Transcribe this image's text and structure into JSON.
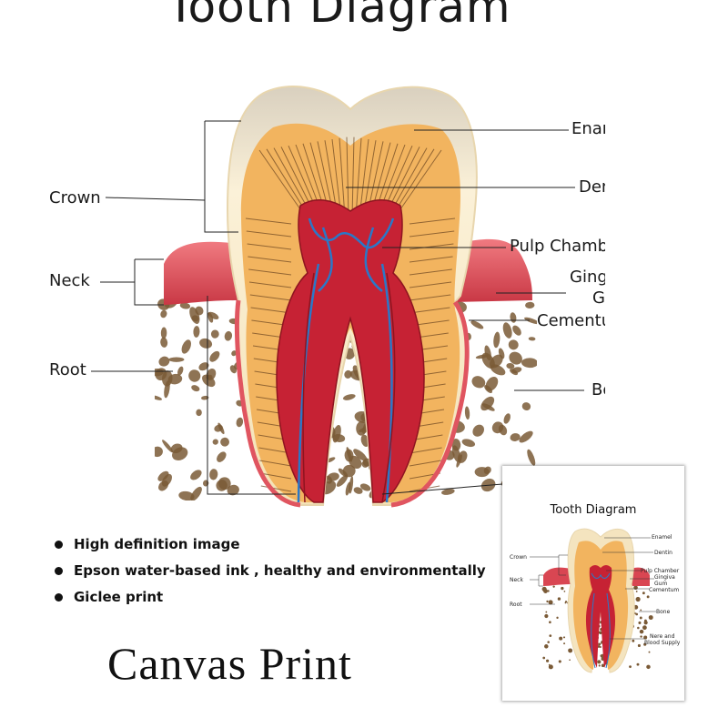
{
  "title": "Tooth Diagram",
  "labels": {
    "crown": "Crown",
    "neck": "Neck",
    "root": "Root",
    "enamel": "Enamel",
    "dentin": "Dentin",
    "pulp_chamber": "Pulp Chamber",
    "gingiva": "Gingiva",
    "gum": "Gum",
    "cementum": "Cementum",
    "bone": "Bone"
  },
  "thumbnail": {
    "title": "Tooth Diagram",
    "labels": {
      "crown": "Crown",
      "neck": "Neck",
      "root": "Root",
      "enamel": "Enamel",
      "dentin": "Dentin",
      "pulp_chamber": "Pulp Chamber",
      "gingiva": "Gingiva",
      "gum": "Gum",
      "cementum": "Cementum",
      "bone": "Bone",
      "nerve_line1": "Nere and",
      "nerve_line2": "Blood Supply"
    }
  },
  "features": [
    "High definition image",
    "Epson water-based ink , healthy and environmentally",
    "Giclee print"
  ],
  "caption": "Canvas Print",
  "colors": {
    "enamel": "#f6e8c6",
    "dentin": "#f3b866",
    "pulp": "#c4202f",
    "gum": "#dc4a55",
    "nerve": "#2a78c8",
    "bone_speckle": "#7a5a36"
  }
}
